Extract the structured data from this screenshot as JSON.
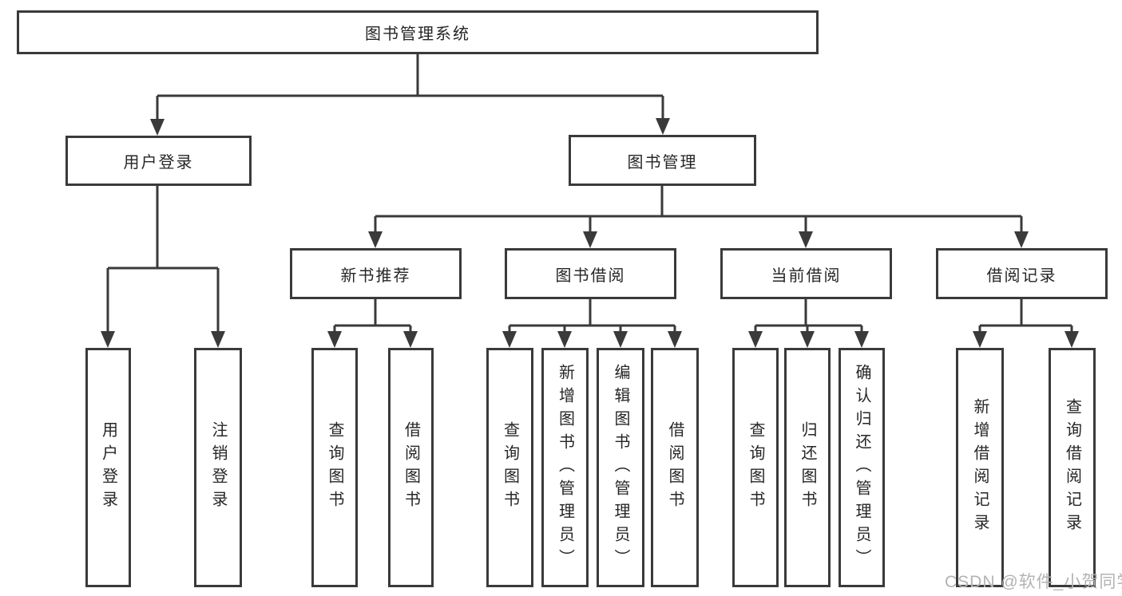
{
  "diagram": {
    "root": {
      "label": "图书管理系统"
    },
    "level2": [
      {
        "label": "用户登录",
        "leaves": [
          {
            "label": "用户登录"
          },
          {
            "label": "注销登录"
          }
        ]
      },
      {
        "label": "图书管理",
        "sections": [
          {
            "label": "新书推荐",
            "leaves": [
              {
                "label": "查询图书"
              },
              {
                "label": "借阅图书"
              }
            ]
          },
          {
            "label": "图书借阅",
            "leaves": [
              {
                "label": "查询图书"
              },
              {
                "label": "新增图书（管理员）"
              },
              {
                "label": "编辑图书（管理员）"
              },
              {
                "label": "借阅图书"
              }
            ]
          },
          {
            "label": "当前借阅",
            "leaves": [
              {
                "label": "查询图书"
              },
              {
                "label": "归还图书"
              },
              {
                "label": "确认归还（管理员）"
              }
            ]
          },
          {
            "label": "借阅记录",
            "leaves": [
              {
                "label": "新增借阅记录"
              },
              {
                "label": "查询借阅记录"
              }
            ]
          }
        ]
      }
    ]
  },
  "watermark": "CSDN @软件_小贺同学",
  "colors": {
    "line": "#3a3a3a",
    "border": "#3a3a3a",
    "text": "#262626",
    "watermark": "#b3b3b3",
    "background": "#ffffff"
  }
}
